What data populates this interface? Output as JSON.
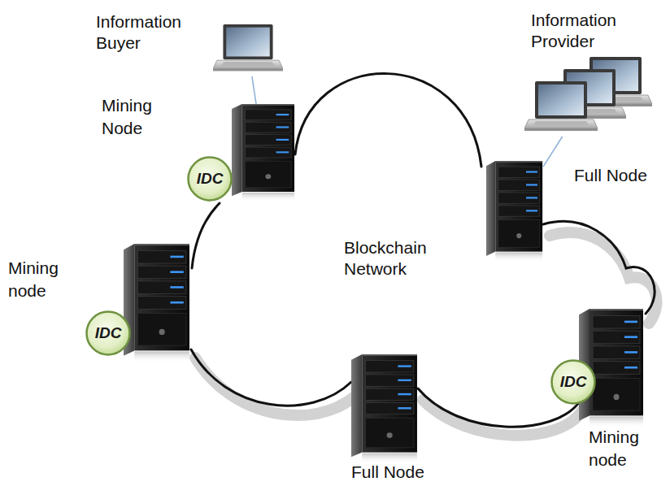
{
  "diagram": {
    "nodes": [
      {
        "text": [
          "Information Buyer"
        ]
      },
      {
        "text": [
          "Information Provider"
        ]
      },
      {
        "text": [
          "Mining Node"
        ]
      },
      {
        "text": [
          "IDC"
        ],
        "in": 2
      },
      {
        "text": [
          "Blockchain Network"
        ]
      },
      {
        "text": [
          "Full Node"
        ]
      },
      {
        "text": [
          "Mining node"
        ]
      },
      {
        "text": [
          "IDC"
        ],
        "in": 6
      },
      {
        "text": [
          "Full Node"
        ]
      },
      {
        "text": [
          "Mining node"
        ]
      },
      {
        "text": [
          "IDC"
        ],
        "in": 9
      }
    ],
    "edges": [
      {
        "from": 0,
        "to": 2,
        "arrow": "none"
      },
      {
        "from": 1,
        "to": 5,
        "arrow": "none"
      }
    ]
  }
}
